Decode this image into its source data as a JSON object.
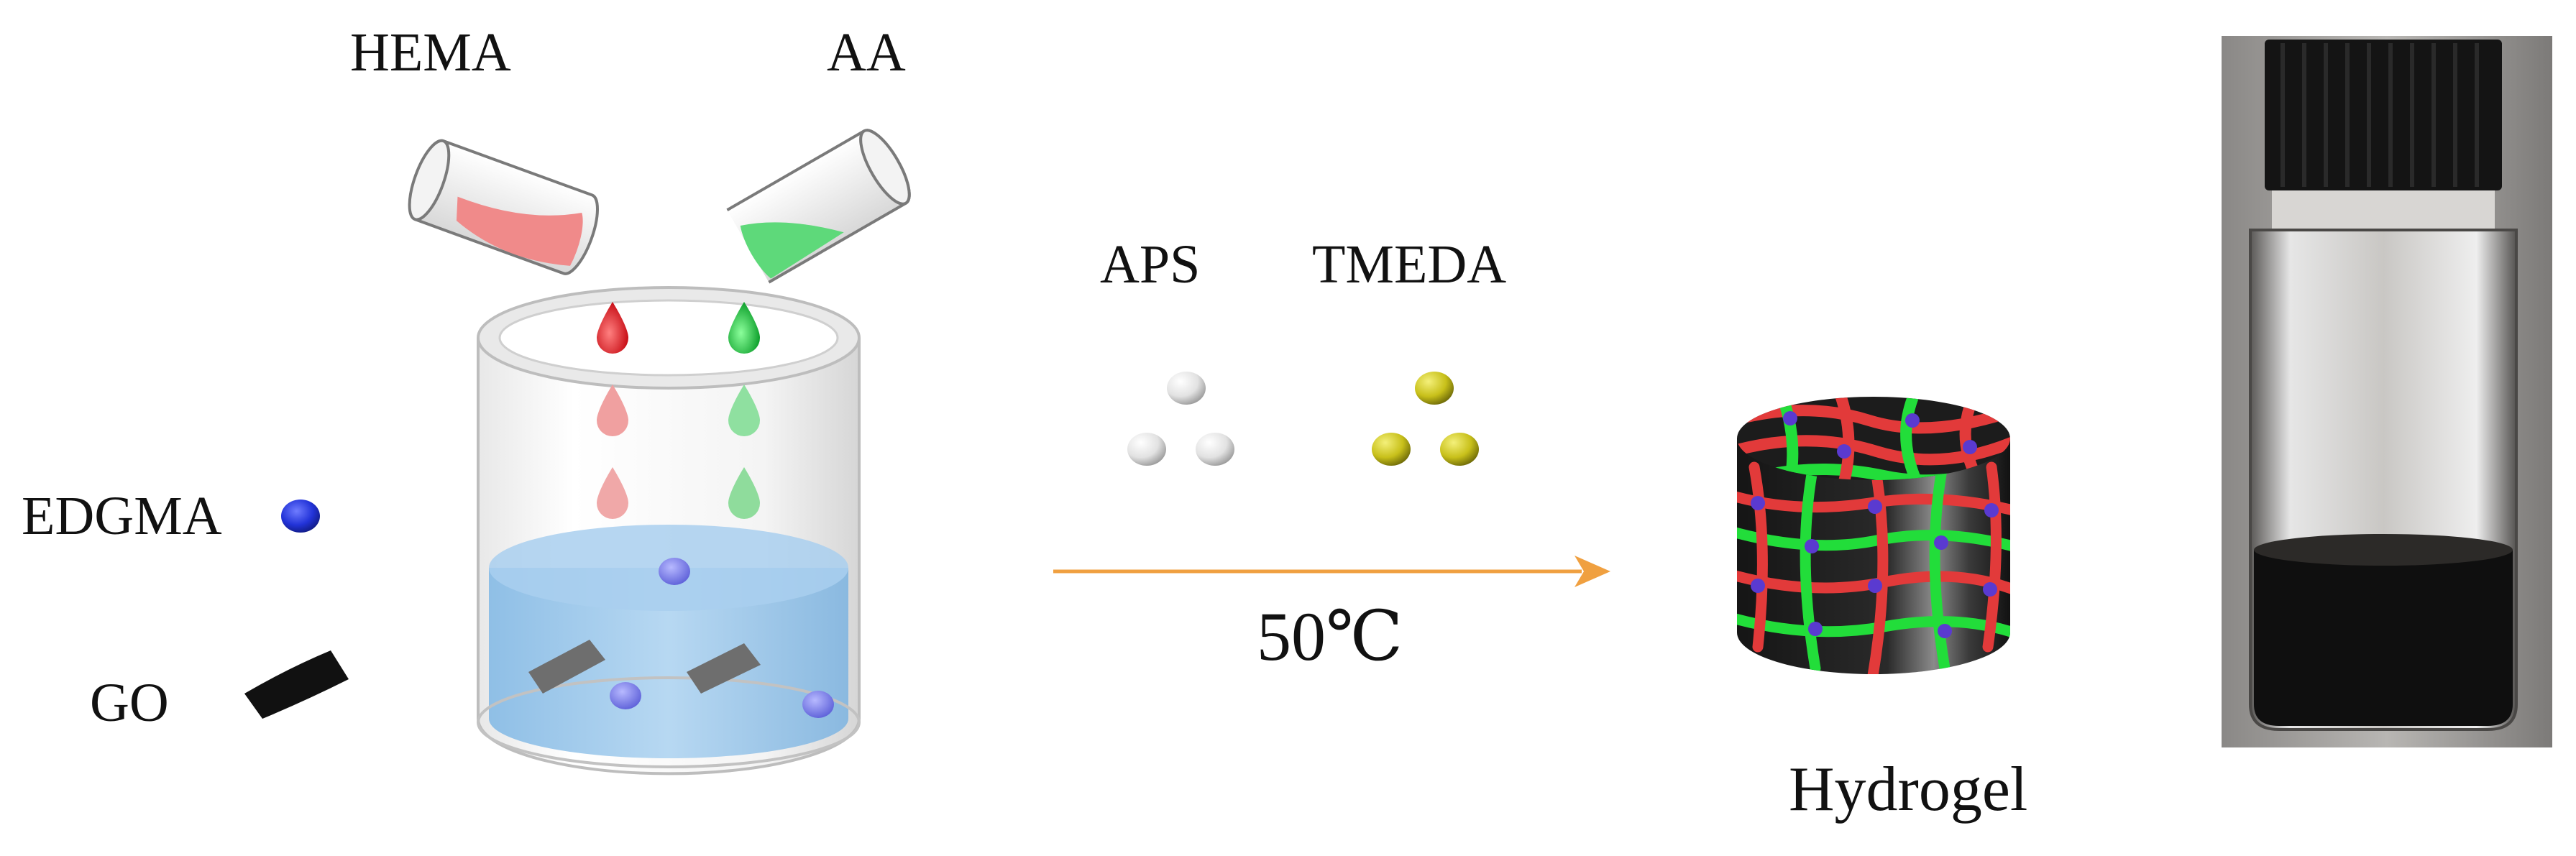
{
  "labels": {
    "hema": "HEMA",
    "aa": "AA",
    "edgma": "EDGMA",
    "go": "GO",
    "aps": "APS",
    "tmeda": "TMEDA",
    "temperature": "50℃",
    "hydrogel": "Hydrogel"
  },
  "colors": {
    "hema_liquid": "#f08a8a",
    "aa_liquid": "#5ed97a",
    "drop_red": "#e0202a",
    "drop_green": "#1fc640",
    "water": "#9cc6e8",
    "edgma": "#1b2fd0",
    "go": "#111111",
    "aps": "#e6e6e6",
    "tmeda": "#c9c21a",
    "arrow": "#f0a040",
    "hydrogel_body": "#1a1a1a",
    "hydrogel_red": "#e23a3a",
    "hydrogel_green": "#22dd3a",
    "hydrogel_blue": "#5a3ad0"
  },
  "icons": [
    "test-tube-icon",
    "droplet-icon",
    "beaker-icon",
    "molecule-icon",
    "graphene-oxide-sheet-icon",
    "hydrogel-disc-icon",
    "vial-photo-icon",
    "arrow-icon"
  ]
}
